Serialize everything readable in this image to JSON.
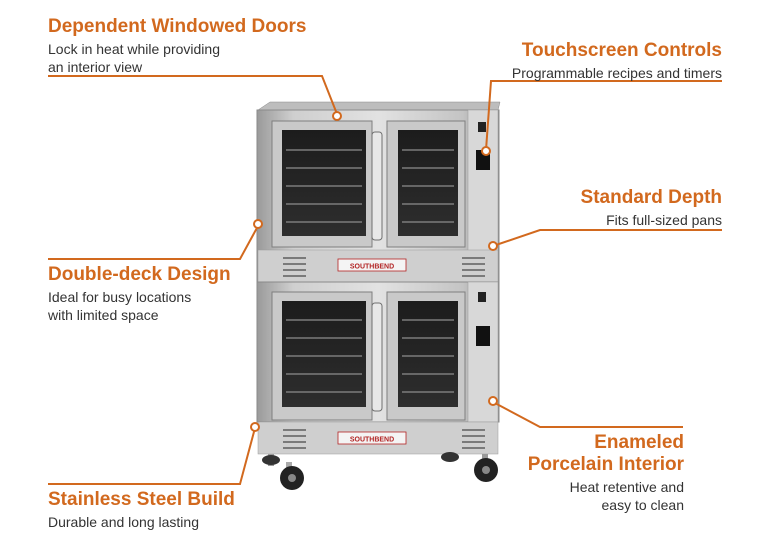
{
  "accent_color": "#d2691e",
  "features": {
    "doors": {
      "title": "Dependent Windowed Doors",
      "desc1": "Lock in heat while providing",
      "desc2": "an interior view"
    },
    "touch": {
      "title": "Touchscreen Controls",
      "desc1": "Programmable recipes and timers"
    },
    "depth": {
      "title": "Standard Depth",
      "desc1": "Fits full-sized pans"
    },
    "deck": {
      "title": "Double-deck Design",
      "desc1": "Ideal for busy locations",
      "desc2": "with limited space"
    },
    "enamel": {
      "title1": "Enameled",
      "title2": "Porcelain Interior",
      "desc1": "Heat retentive and",
      "desc2": "easy to clean"
    },
    "steel": {
      "title": "Stainless Steel Build",
      "desc1": "Durable and long lasting"
    }
  },
  "oven": {
    "brand": "SOUTHBEND"
  }
}
